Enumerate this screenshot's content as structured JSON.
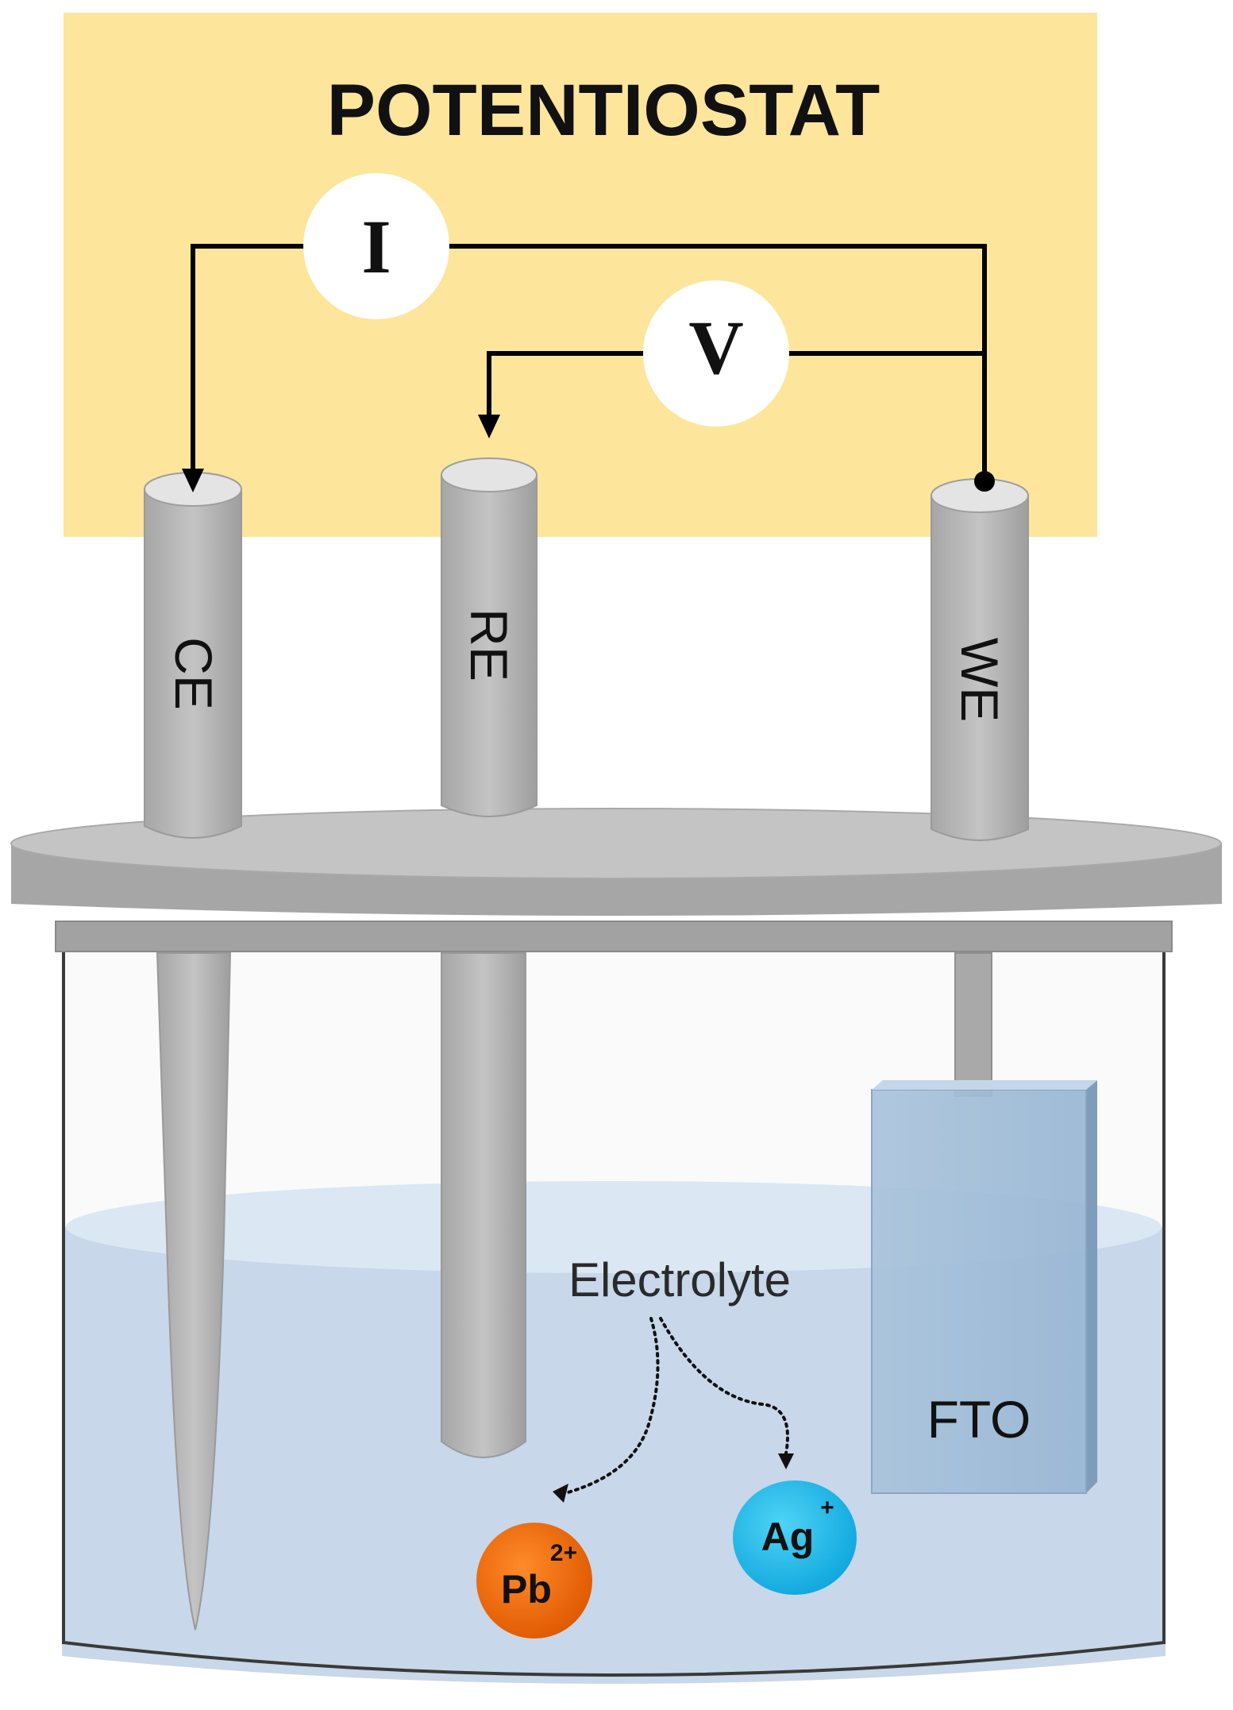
{
  "title": "POTENTIOSTAT",
  "meters": {
    "current": "I",
    "voltage": "V"
  },
  "electrodes": {
    "counter": "CE",
    "reference": "RE",
    "working": "WE"
  },
  "substrate": "FTO",
  "solution": "Electrolyte",
  "ions": {
    "lead": {
      "symbol": "Pb",
      "charge": "2+",
      "color": "#f06010"
    },
    "silver": {
      "symbol": "Ag",
      "charge": "+",
      "color": "#1ec0ee"
    }
  },
  "colors": {
    "panel": "#fde59c",
    "electrolyte": "#c6d6e8",
    "rod": "#bdbdbd",
    "lid": "#b4b4b4"
  }
}
